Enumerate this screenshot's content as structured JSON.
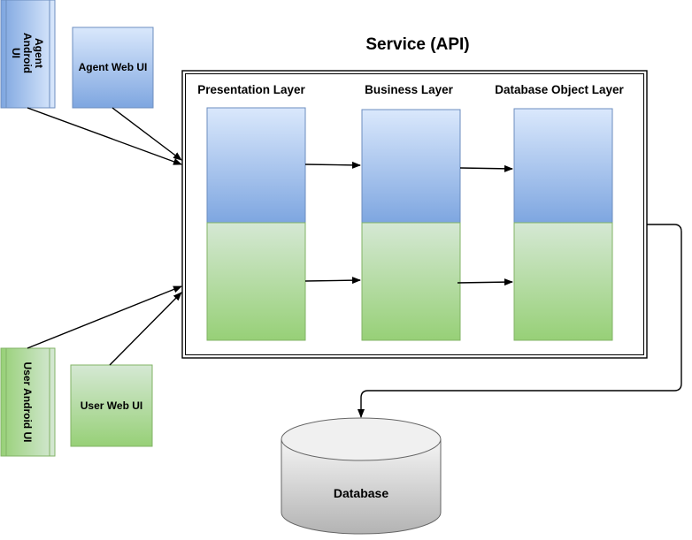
{
  "diagram": {
    "service_title": "Service (API)",
    "clients": {
      "agent_android_lines": [
        "Agent",
        "Android",
        "UI"
      ],
      "agent_web": "Agent Web UI",
      "user_android": "User Android UI",
      "user_web": "User Web UI"
    },
    "layers": {
      "presentation": "Presentation Layer",
      "business": "Business Layer",
      "database_object": "Database Object Layer"
    },
    "database": "Database",
    "colors": {
      "blue_top": "#dae8fc",
      "blue_bottom": "#7ea6e0",
      "green_top": "#d5e8d4",
      "green_bottom": "#97d077",
      "db_top": "#f5f5f5",
      "db_bottom": "#b3b3b3"
    }
  }
}
